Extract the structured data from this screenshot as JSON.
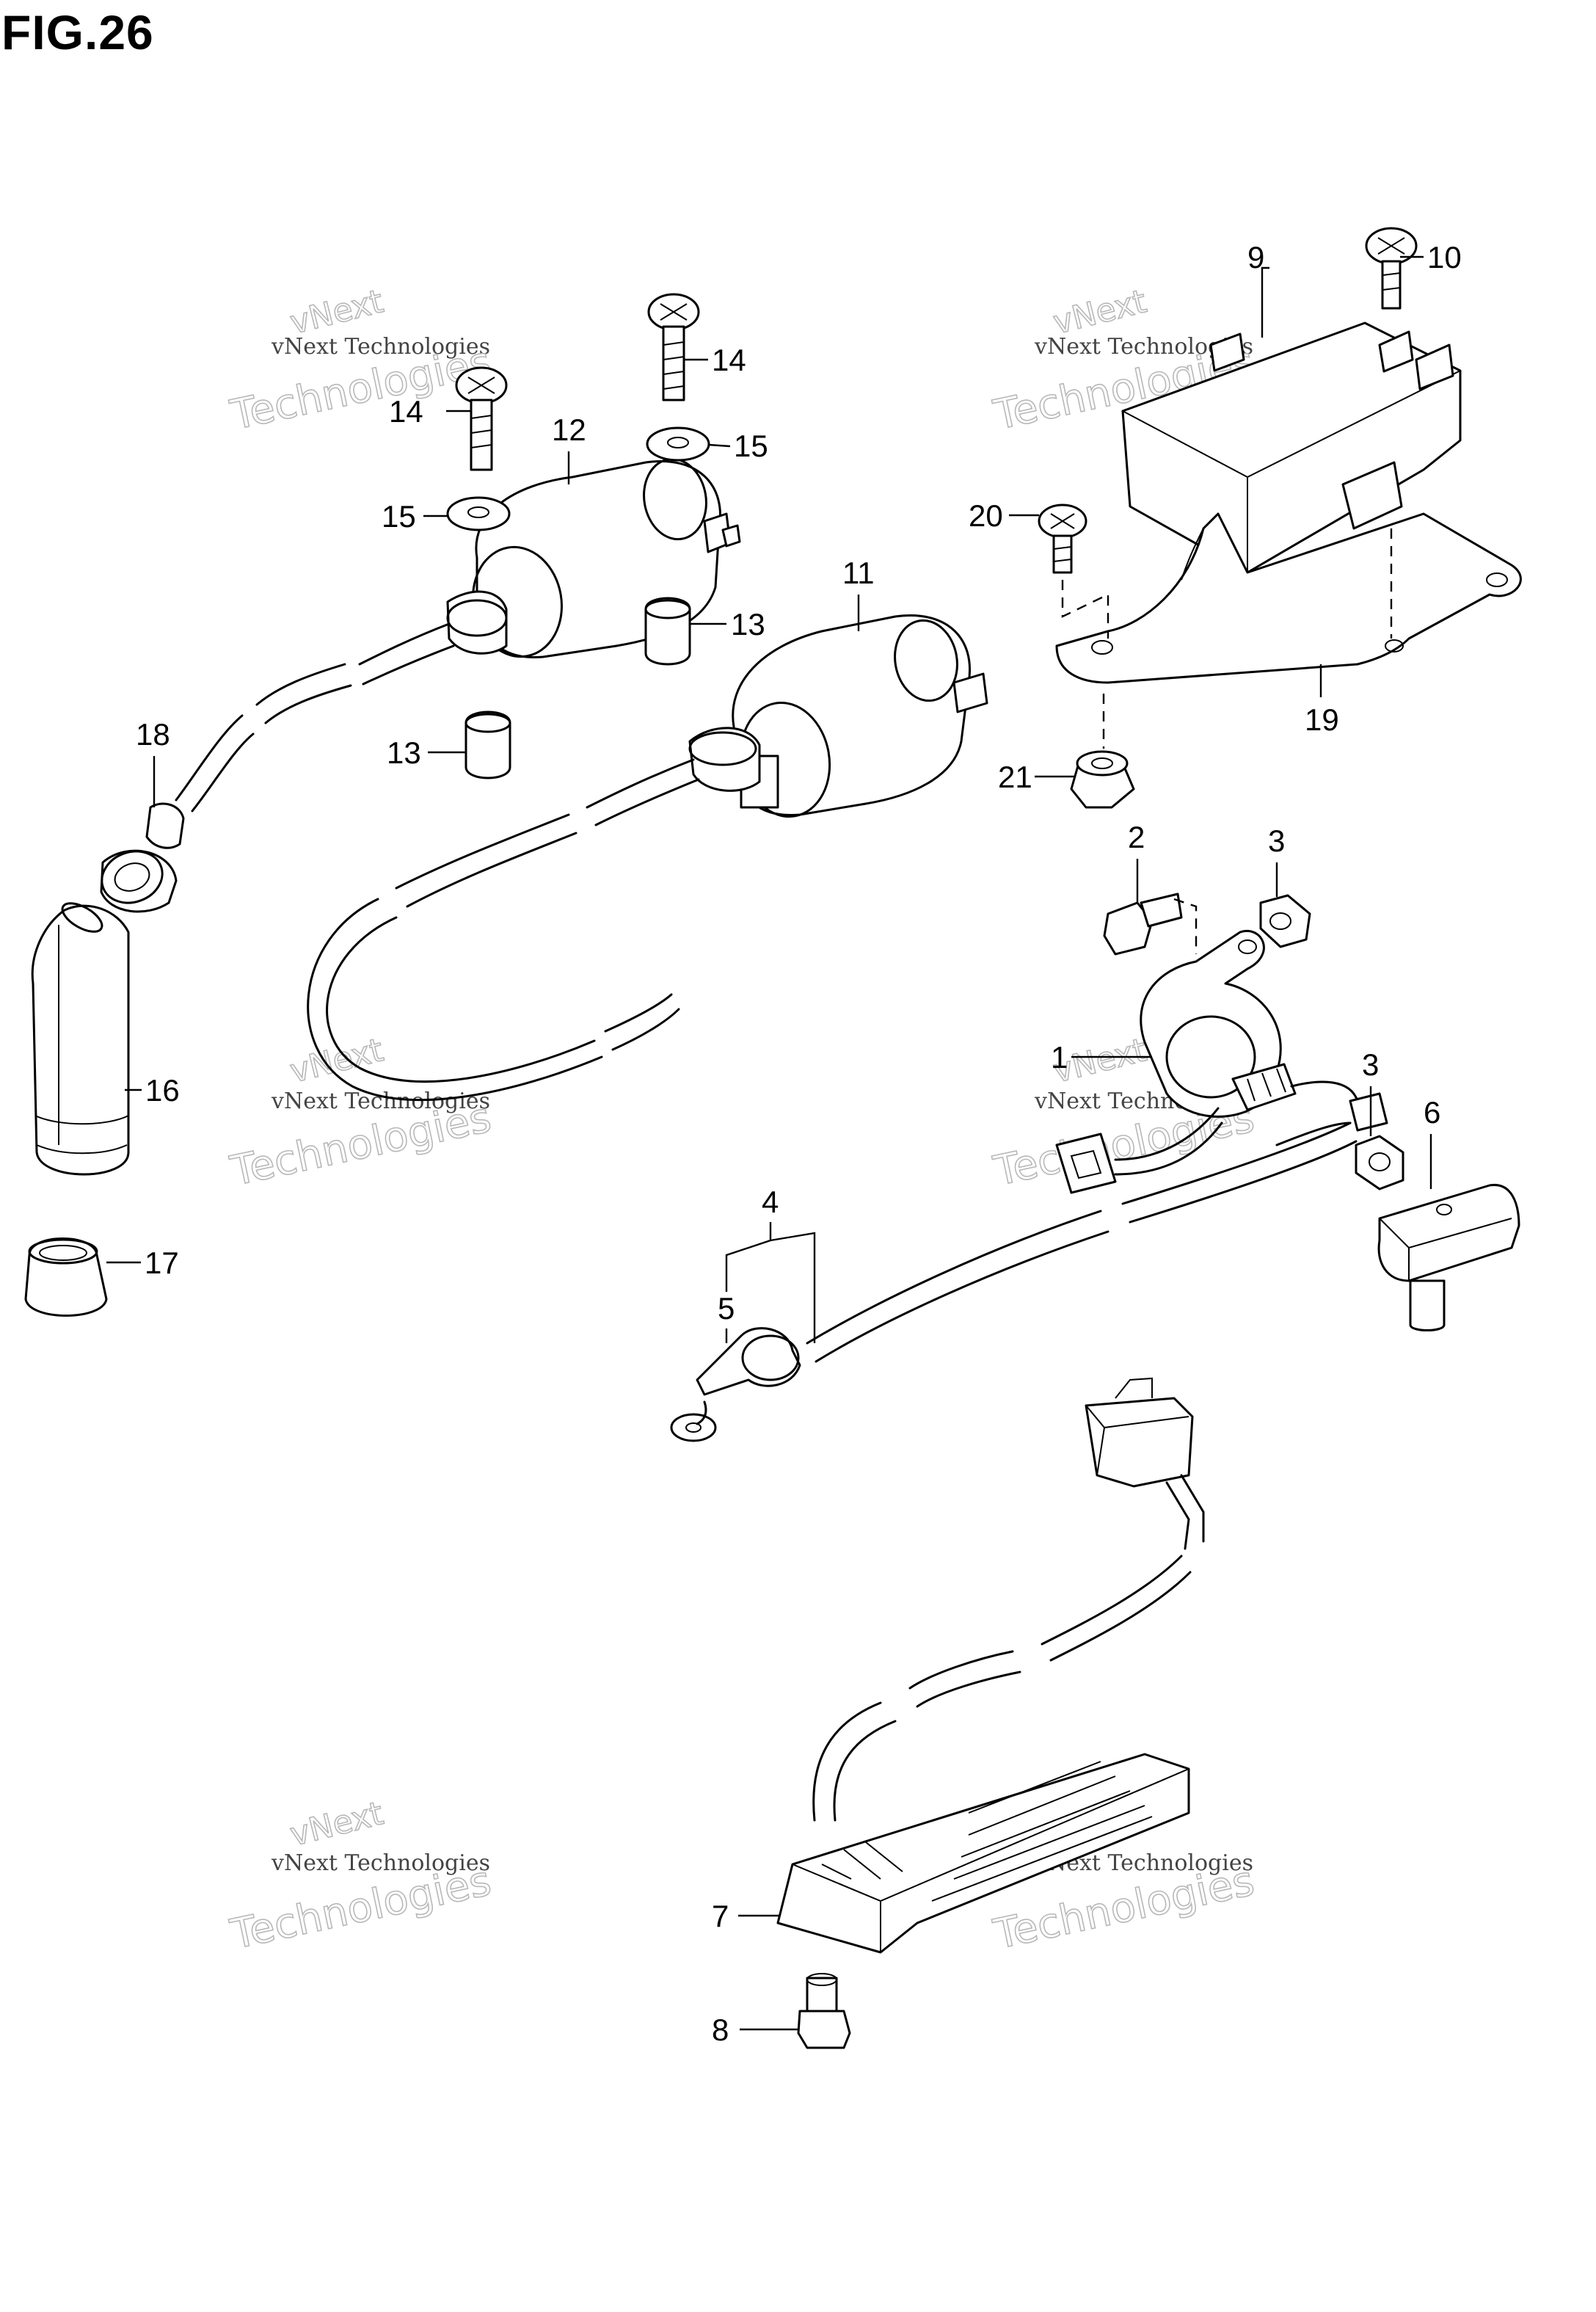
{
  "figure": {
    "title": "FIG.26"
  },
  "watermark": {
    "line_small": "vNext Technologies",
    "line_top": "vNext",
    "line_big": "Technologies"
  },
  "callouts": {
    "c1": "1",
    "c2": "2",
    "c3a": "3",
    "c3b": "3",
    "c4": "4",
    "c5": "5",
    "c6": "6",
    "c7": "7",
    "c8": "8",
    "c9": "9",
    "c10": "10",
    "c11": "11",
    "c12": "12",
    "c13a": "13",
    "c13b": "13",
    "c14a": "14",
    "c14b": "14",
    "c15a": "15",
    "c15b": "15",
    "c16": "16",
    "c17": "17",
    "c18": "18",
    "c19": "19",
    "c20": "20",
    "c21": "21"
  }
}
